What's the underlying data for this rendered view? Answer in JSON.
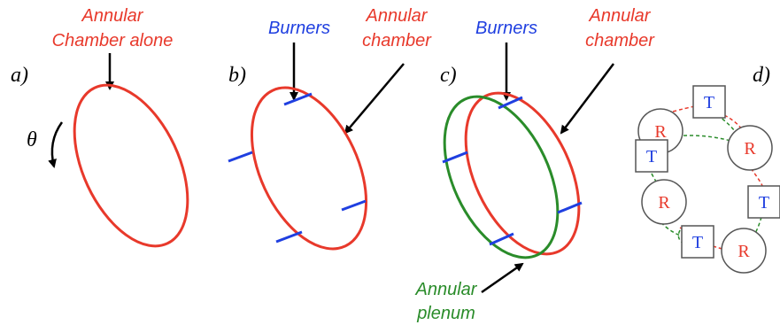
{
  "colors": {
    "chamber": "#e8392b",
    "plenum": "#2a8c2a",
    "burner": "#1f3fe0",
    "arrow": "#000000",
    "node_R_text": "#e8392b",
    "node_T_text": "#1f3fe0",
    "node_stroke": "#555555",
    "dash_red": "#e8392b",
    "dash_green": "#2a8c2a"
  },
  "panels": {
    "a": {
      "tag": "a)",
      "title_line1": "Annular",
      "title_line2": "Chamber alone",
      "theta": "θ"
    },
    "b": {
      "tag": "b)",
      "burners_label": "Burners",
      "chamber_line1": "Annular",
      "chamber_line2": "chamber"
    },
    "c": {
      "tag": "c)",
      "burners_label": "Burners",
      "chamber_line1": "Annular",
      "chamber_line2": "chamber",
      "plenum_line1": "Annular",
      "plenum_line2": "plenum"
    },
    "d": {
      "tag": "d)",
      "nodes": [
        "R",
        "T",
        "R",
        "T",
        "R",
        "T",
        "R",
        "T"
      ]
    }
  }
}
